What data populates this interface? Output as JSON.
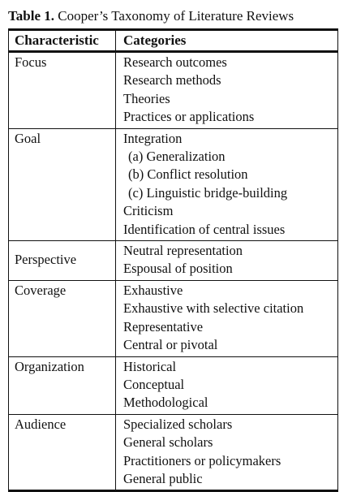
{
  "caption": {
    "label": "Table 1.",
    "title": "Cooper’s Taxonomy of Literature Reviews"
  },
  "table": {
    "headers": {
      "characteristic": "Characteristic",
      "categories": "Categories"
    },
    "rows": [
      {
        "characteristic": "Focus",
        "categories": [
          "Research outcomes",
          "Research methods",
          "Theories",
          "Practices or applications"
        ]
      },
      {
        "characteristic": "Goal",
        "categories": [
          "Integration",
          "(a) Generalization",
          "(b) Conflict resolution",
          "(c) Linguistic bridge-building",
          "Criticism",
          "Identification of central issues"
        ]
      },
      {
        "characteristic": "Perspective",
        "categories": [
          "Neutral representation",
          "Espousal of position"
        ]
      },
      {
        "characteristic": "Coverage",
        "categories": [
          "Exhaustive",
          "Exhaustive with selective citation",
          "Representative",
          "Central or pivotal"
        ]
      },
      {
        "characteristic": "Organization",
        "categories": [
          "Historical",
          "Conceptual",
          "Methodological"
        ]
      },
      {
        "characteristic": "Audience",
        "categories": [
          "Specialized scholars",
          "General scholars",
          "Practitioners or policymakers",
          "General public"
        ]
      }
    ]
  }
}
